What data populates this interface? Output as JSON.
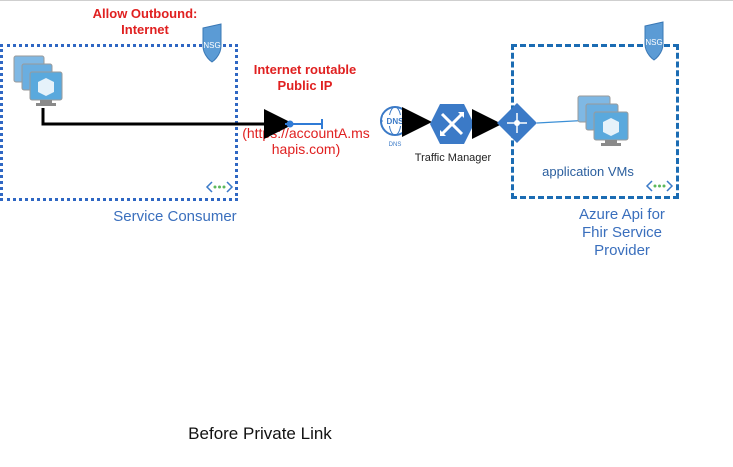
{
  "labels": {
    "outbound": "Allow Outbound:\nInternet",
    "public_ip": "Internet routable\nPublic IP",
    "url": "(https://accountA.ms\nhapis.com)",
    "traffic_manager": "Traffic Manager",
    "dns": "DNS",
    "application_vms": "application VMs",
    "service_consumer": "Service Consumer",
    "provider": "Azure Api for\nFhir Service\nProvider",
    "caption": "Before Private Link",
    "nsg": "NSG"
  },
  "colors": {
    "red_text": "#e02020",
    "blue_label": "#3a6fbd",
    "consumer_border": "#2f67c3",
    "provider_border": "#1b6cb3",
    "azure_blue": "#3b7ac7",
    "vm_blue": "#5aa9dd"
  },
  "icons": [
    "nsg-shield-icon",
    "vm-stack-icon",
    "dns-icon",
    "traffic-manager-icon",
    "load-balancer-icon",
    "vnet-icon"
  ]
}
